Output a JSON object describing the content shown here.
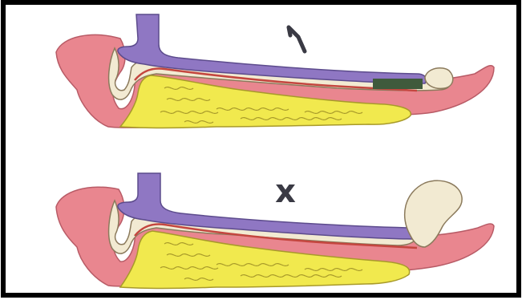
{
  "figure": {
    "panels": [
      {
        "id": "top",
        "mark": "√"
      },
      {
        "id": "bottom",
        "mark": "x"
      }
    ]
  },
  "colors": {
    "background": "#ffffff",
    "frame": "#000000",
    "bone": "#e9868f",
    "bone_stroke": "#b85b66",
    "fat": "#f1e94e",
    "fat_stroke": "#a89a2a",
    "cream": "#f2ead2",
    "cream_stroke": "#8b7a5c",
    "vessel": "#8f77c3",
    "vessel_stroke": "#5c4b8c",
    "dark_patch": "#3f5a3c",
    "mark": "#3a3a44"
  }
}
